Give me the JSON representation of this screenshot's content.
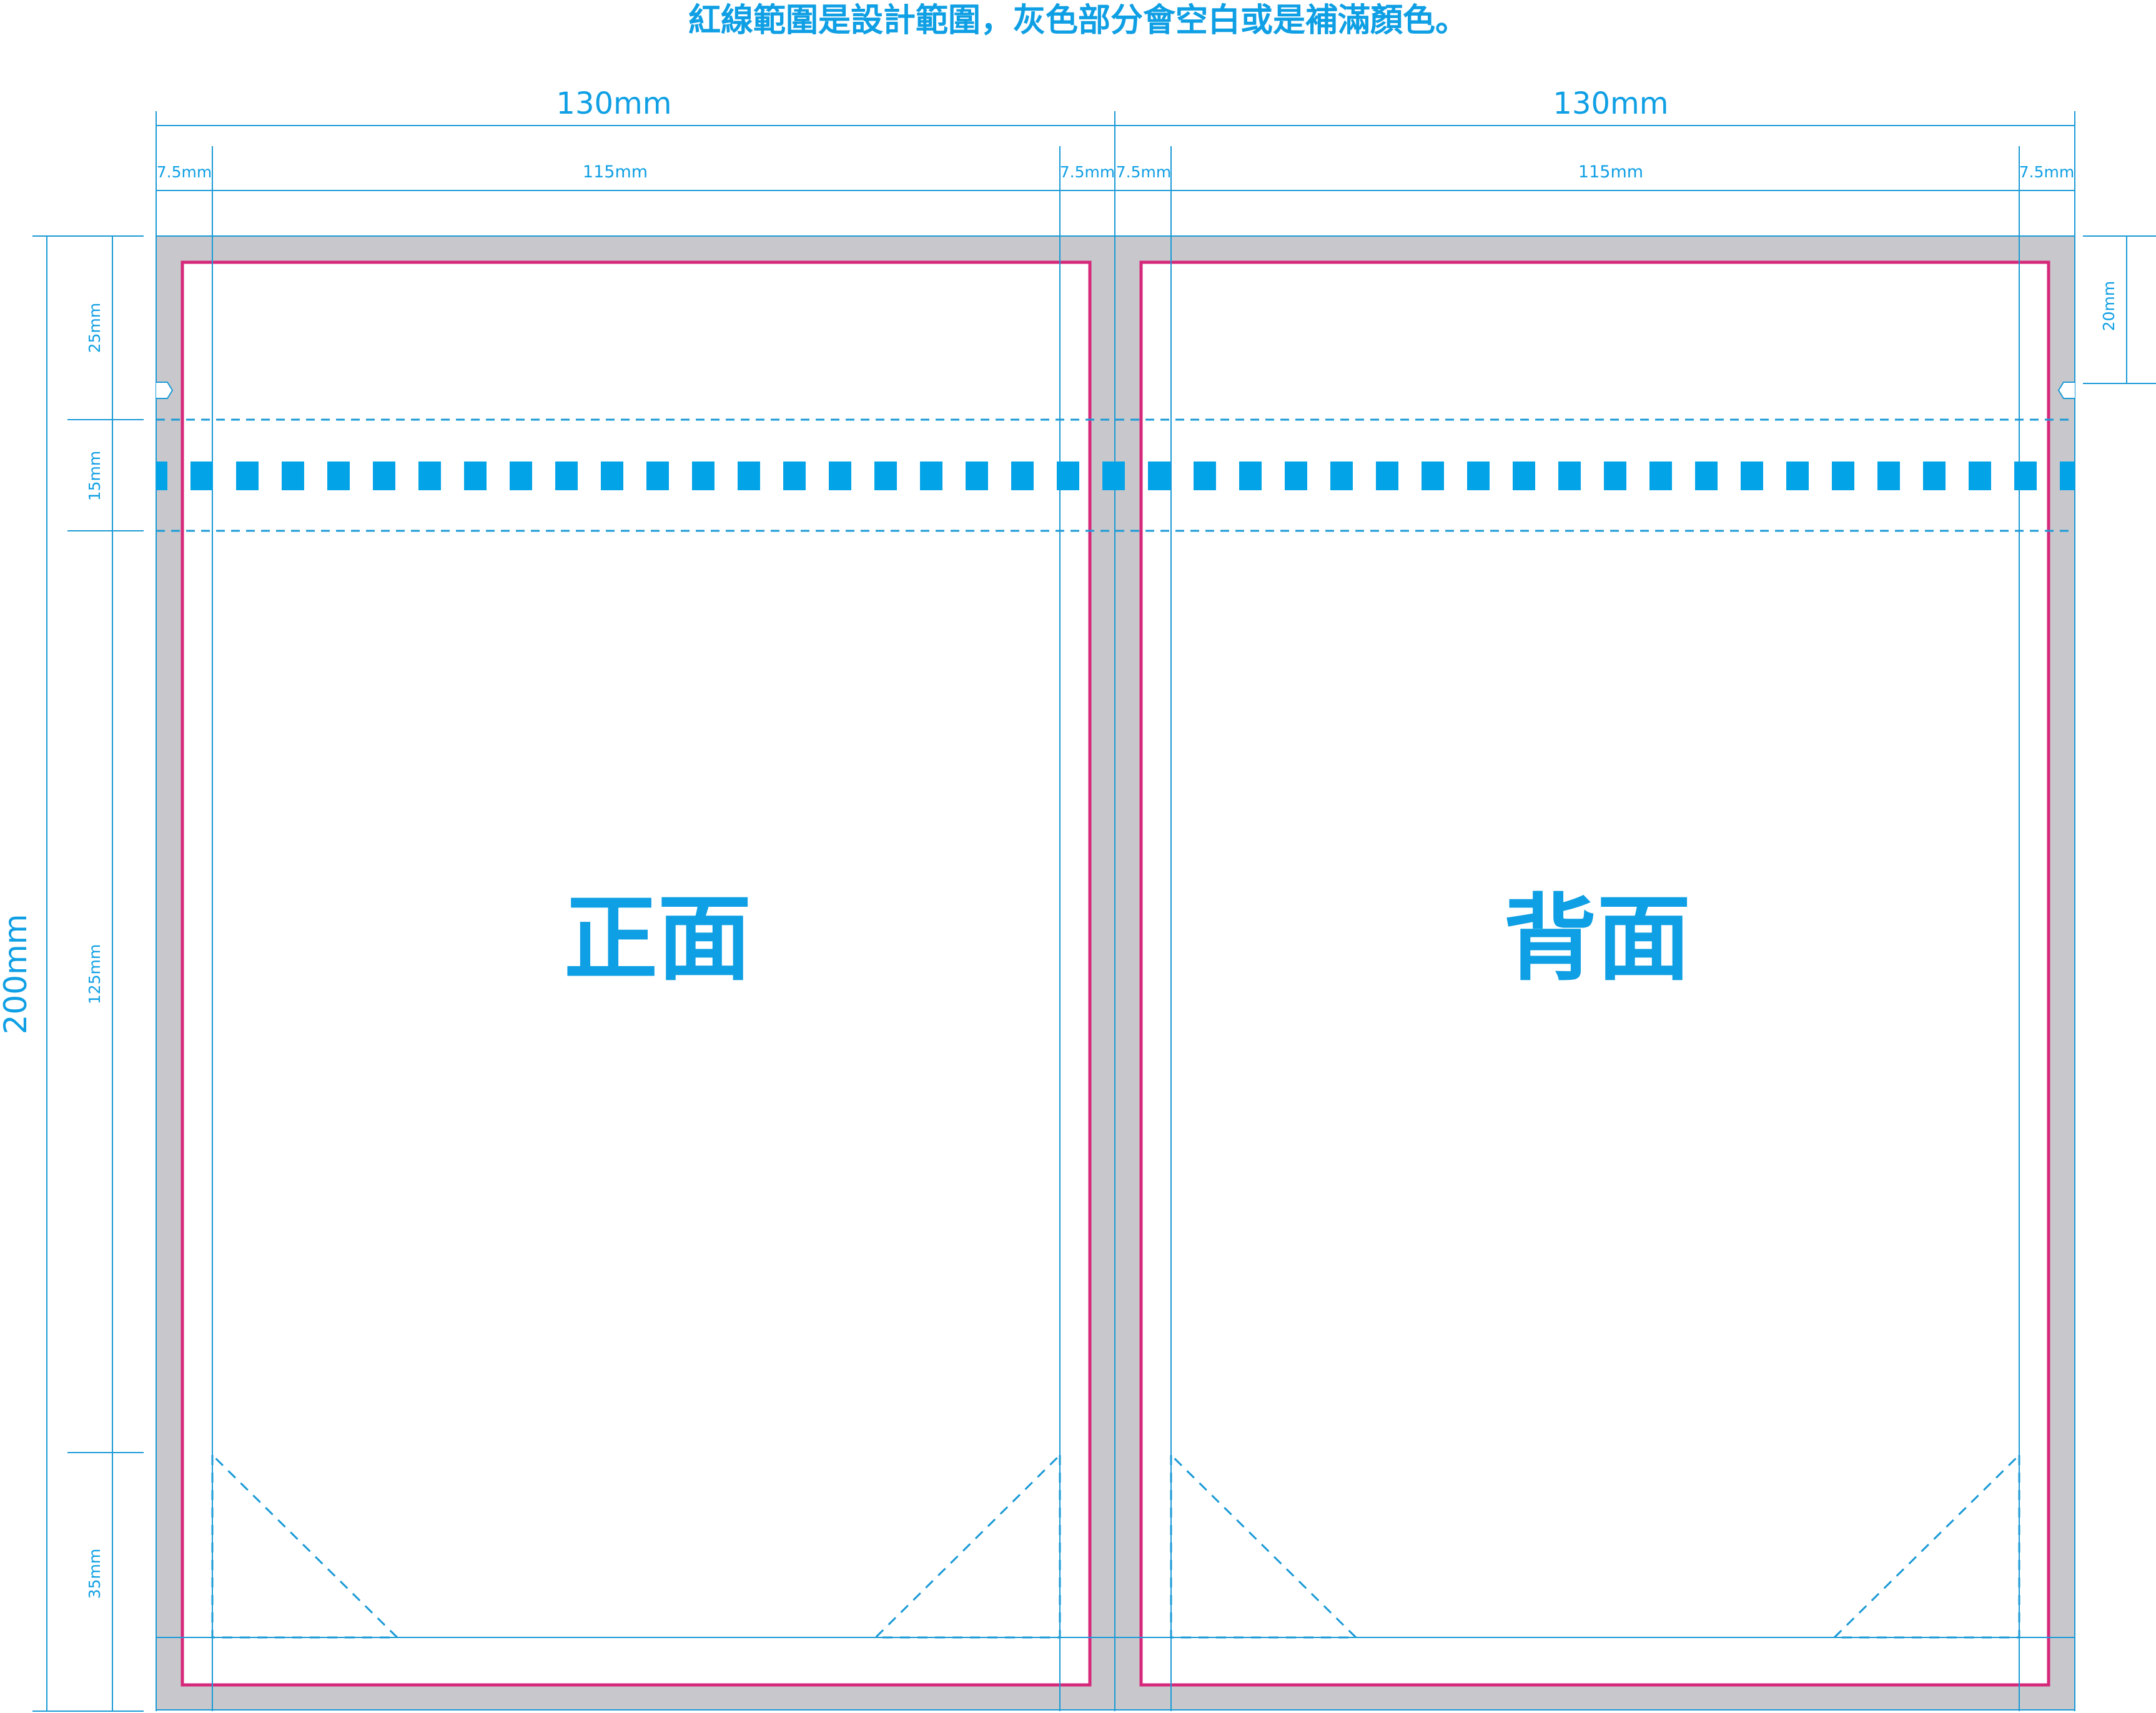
{
  "header": {
    "note": "紅線範圍是設計範圍，灰色部分會空白或是補滿顏色。"
  },
  "dimensions": {
    "panel_width": "130mm",
    "side_margin": "7.5mm",
    "inner_width": "115mm",
    "total_height": "200mm",
    "top_section": "25mm",
    "zipper_section": "15mm",
    "body_section": "125mm",
    "bottom_section": "35mm",
    "notch_offset": "20mm"
  },
  "panels": {
    "front_label": "正面",
    "back_label": "背面"
  },
  "colors": {
    "dimension_line": "#1a9ad6",
    "design_area": "#d6287a",
    "bleed_area": "#c8c8cc",
    "zipper": "#03a3e8",
    "text": "#0f9fe4"
  }
}
